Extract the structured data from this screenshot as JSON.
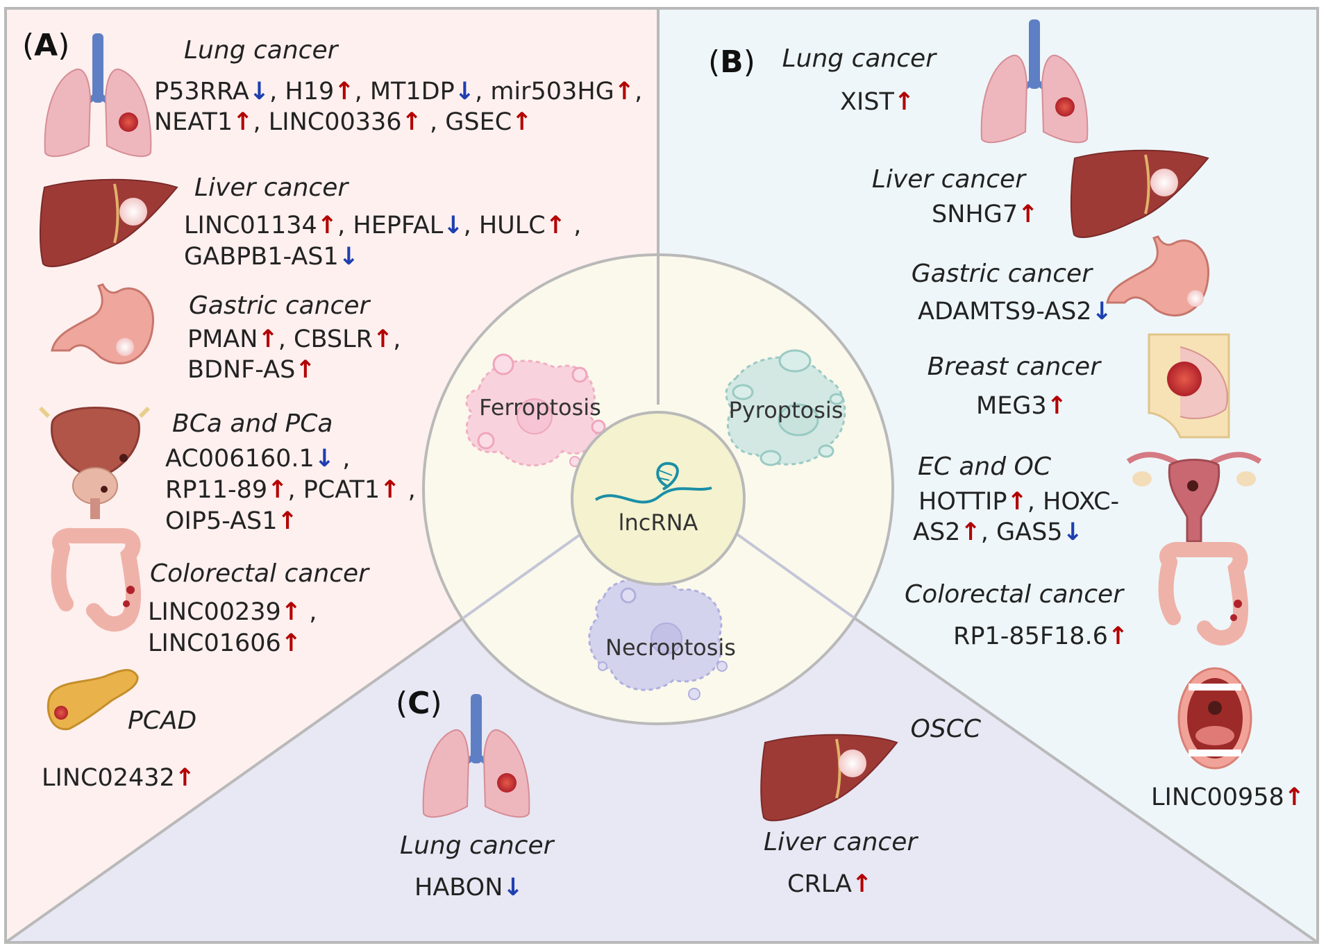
{
  "panel_a": {
    "label": "A",
    "sections": [
      {
        "title": "Lung cancer",
        "lines": [
          "P53RRA↓, H19↑, MT1DP↓, mir503HG↑,",
          "NEAT1↑, LINC00336↑ , GSEC↑"
        ]
      },
      {
        "title": "Liver cancer",
        "lines": [
          "LINC01134↑, HEPFAL↓, HULC↑ ,",
          "GABPB1-AS1↓"
        ]
      },
      {
        "title": "Gastric cancer",
        "lines": [
          "PMAN↑,  CBSLR↑,",
          "BDNF-AS↑"
        ]
      },
      {
        "title": "BCa and PCa",
        "lines": [
          "AC006160.1↓ ,",
          "RP11-89↑, PCAT1↑ ,",
          "OIP5-AS1↑"
        ]
      },
      {
        "title": "Colorectal cancer",
        "lines": [
          "LINC00239↑ ,",
          "LINC01606↑"
        ]
      },
      {
        "title": "PCAD",
        "lines": [
          "LINC02432↑"
        ]
      }
    ]
  },
  "panel_b": {
    "label": "B",
    "sections": [
      {
        "title": "Lung cancer",
        "lines": [
          "XIST↑"
        ]
      },
      {
        "title": "Liver cancer",
        "lines": [
          "SNHG7↑"
        ]
      },
      {
        "title": "Gastric cancer",
        "lines": [
          "ADAMTS9-AS2↓"
        ]
      },
      {
        "title": "Breast cancer",
        "lines": [
          "MEG3↑"
        ]
      },
      {
        "title": "EC and OC",
        "lines": [
          "HOTTIP↑,  HOXC-",
          "AS2↑, GAS5↓"
        ]
      },
      {
        "title": "Colorectal cancer",
        "lines": [
          "RP1-85F18.6↑"
        ]
      },
      {
        "title": "OSCC",
        "lines": [
          "LINC00958↑"
        ]
      }
    ]
  },
  "panel_c": {
    "label": "C",
    "sections": [
      {
        "title": "Lung cancer",
        "lines": [
          "HABON↓"
        ]
      },
      {
        "title": "Liver cancer",
        "lines": [
          "CRLA↑"
        ]
      }
    ]
  },
  "center": {
    "ferroptosis": "Ferroptosis",
    "pyroptosis": "Pyroptosis",
    "necroptosis": "Necroptosis",
    "core": "lncRNA"
  },
  "colors": {
    "panel_a_bg": "#fdf0ef",
    "panel_b_bg": "#eef6f9",
    "panel_c_bg": "#e8e7f4",
    "ring": "#fbf9ec",
    "core": "#f4f2cf",
    "up_arrow": "#b30000",
    "down_arrow": "#1f3fb0"
  }
}
